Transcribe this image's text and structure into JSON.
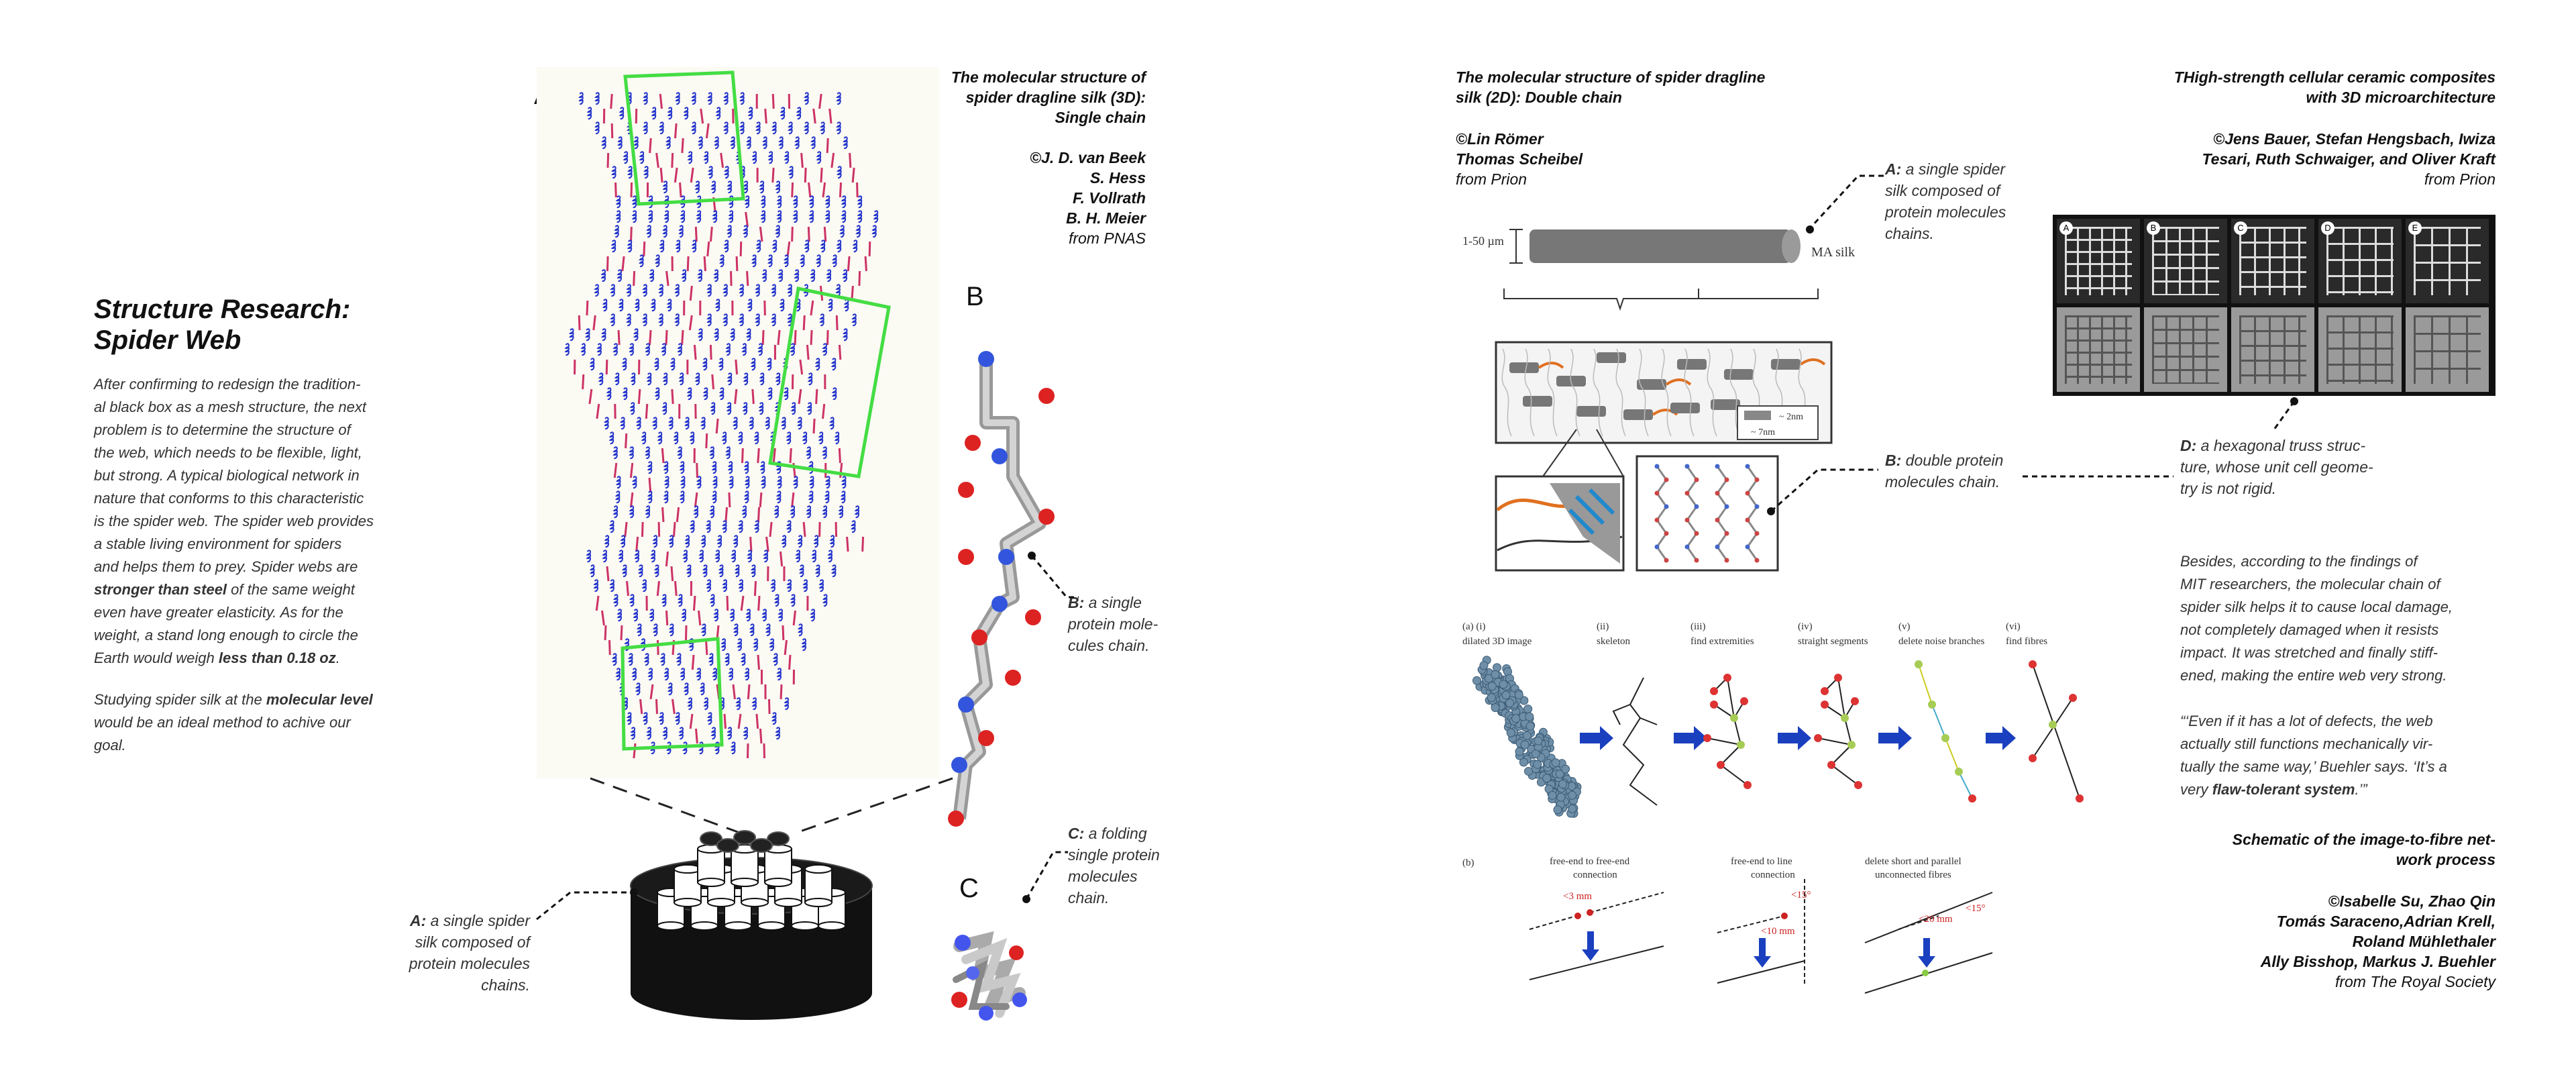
{
  "left": {
    "title_line1": "Structure Research:",
    "title_line2": "Spider Web",
    "paragraph1_parts": [
      "After confirming to redesign the tradition-",
      "al black box as a mesh structure, the next",
      "problem is to determine the structure of",
      "the web, which needs to be flexible, light,",
      "but strong. A typical biological network in",
      "nature that conforms to this characteristic",
      "is the spider web. The spider web provides",
      "a stable living environment for spiders",
      "and helps them to prey. Spider webs are"
    ],
    "p1_bold1": "stronger than steel",
    "p1_after_bold1": " of the same weight",
    "p1_line_a": "even have greater elasticity. As for the",
    "p1_line_b": "weight, a stand long enough to circle the",
    "p1_line_c_pre": "Earth would weigh ",
    "p1_bold2": "less than 0.18 oz",
    "p1_line_c_post": ".",
    "p2_pre": "Studying spider silk at the ",
    "p2_bold": "molecular level",
    "p2_line2": "would be an ideal method to achive our",
    "p2_line3": "goal."
  },
  "center": {
    "label_a": "A",
    "label_b": "B",
    "label_c": "C",
    "credit_title": [
      "The molecular structure of",
      "spider dragline silk (3D):",
      "Single chain"
    ],
    "credit_authors": [
      "©J. D. van Beek",
      "S. Hess",
      "F. Vollrath",
      "B. H. Meier"
    ],
    "credit_source": "from PNAS",
    "cap_a_bold": "A:",
    "cap_a_text": [
      " a single spider",
      "silk composed of",
      "protein molecules",
      "chains."
    ],
    "cap_b_bold": "B:",
    "cap_b_text": [
      " a single",
      "protein mole-",
      "cules chain."
    ],
    "cap_c_bold": "C:",
    "cap_c_text": [
      " a folding",
      "single protein",
      "molecules",
      "chain."
    ]
  },
  "right": {
    "left_title": [
      "The molecular structure of spider dragline",
      "silk (2D): Double chain"
    ],
    "left_authors": [
      "©Lin Römer",
      "Thomas Scheibel"
    ],
    "left_source": "from Prion",
    "cap_a_bold": "A:",
    "cap_a_text": [
      " a single spider",
      "silk composed of",
      "protein molecules",
      "chains."
    ],
    "cap_b_bold": "B:",
    "cap_b_text": [
      " double protein",
      "molecules chain."
    ],
    "fig_scale": "1-50 µm",
    "fig_ma": "MA silk",
    "fig_2nm": "~ 2nm",
    "fig_7nm": "~ 7nm",
    "right_title": [
      "THigh-strength cellular ceramic composites",
      "with 3D microarchitecture"
    ],
    "right_authors": [
      "©Jens Bauer, Stefan Hengsbach, Iwiza",
      "Tesari, Ruth Schwaiger, and Oliver Kraft"
    ],
    "right_source": "from Prion",
    "lattice_labels": [
      "A",
      "B",
      "C",
      "D",
      "E"
    ],
    "cap_d_bold": "D:",
    "cap_d_text": [
      " a hexagonal truss struc-",
      "ture, whose unit cell geome-",
      "try is not rigid."
    ],
    "para1": [
      "Besides, according to the findings of",
      "MIT researchers, the molecular chain of",
      "spider silk helps it to cause local damage,",
      "not completely damaged when it resists",
      "impact. It was stretched and finally stiff-",
      "ened, making the entire web very strong."
    ],
    "quote1": "“‘Even if it has a lot of defects, the web",
    "quote2": "actually still functions mechanically vir-",
    "quote3": "tually the same way,’ Buehler says. ‘It’s a",
    "quote4_pre": "very ",
    "quote4_bold": "flaw-tolerant system",
    "quote4_post": ".’”",
    "schem_title": [
      "Schematic of the image-to-fibre net-",
      "work process"
    ],
    "schem_authors": [
      "©Isabelle Su, Zhao Qin",
      "Tomás Saraceno,Adrian Krell,",
      "Roland Mühlethaler",
      "Ally Bisshop, Markus J. Buehler"
    ],
    "schem_source": "from The Royal Society",
    "process_labels": [
      "(a) (i)",
      "dilated 3D image",
      "(ii)",
      "skeleton",
      "(iii)",
      "find extremities",
      "(iv)",
      "straight segments",
      "(v)",
      "delete noise branches",
      "(vi)",
      "find fibres"
    ],
    "process_b": "(b)",
    "process_b_labels": [
      "free-end to free-end",
      "connection",
      "free-end to line",
      "connection",
      "delete short and parallel",
      "unconnected fibres"
    ],
    "process_b_values": [
      "<3 mm",
      "<15°",
      "<10 mm",
      "<20 mm",
      "<15°"
    ]
  },
  "colors": {
    "green_box": "#44dd44",
    "blue_chain": "#2233cc",
    "pink_chain": "#cc3366",
    "orange": "#e07020",
    "accent_blue": "#1a3fbf"
  }
}
